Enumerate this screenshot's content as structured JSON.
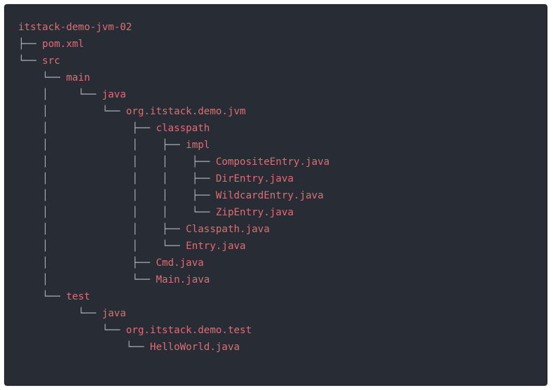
{
  "tree": {
    "lines": [
      {
        "prefix": "",
        "name": "itstack-demo-jvm-02",
        "kind": "root"
      },
      {
        "prefix": "├── ",
        "name": "pom.xml",
        "kind": "file"
      },
      {
        "prefix": "└── ",
        "name": "src",
        "kind": "dir"
      },
      {
        "prefix": "    └── ",
        "name": "main",
        "kind": "dir"
      },
      {
        "prefix": "    │     └── ",
        "name": "java",
        "kind": "dir"
      },
      {
        "prefix": "    │         └── ",
        "name": "org.itstack.demo.jvm",
        "kind": "dir"
      },
      {
        "prefix": "    │              ├── ",
        "name": "classpath",
        "kind": "dir"
      },
      {
        "prefix": "    │              │    ├── ",
        "name": "impl",
        "kind": "dir"
      },
      {
        "prefix": "    │              │    │    ├── ",
        "name": "CompositeEntry.java",
        "kind": "file"
      },
      {
        "prefix": "    │              │    │    ├── ",
        "name": "DirEntry.java",
        "kind": "file"
      },
      {
        "prefix": "    │              │    │    ├── ",
        "name": "WildcardEntry.java",
        "kind": "file"
      },
      {
        "prefix": "    │              │    │    └── ",
        "name": "ZipEntry.java",
        "kind": "file"
      },
      {
        "prefix": "    │              │    ├── ",
        "name": "Classpath.java",
        "kind": "file"
      },
      {
        "prefix": "    │              │    └── ",
        "name": "Entry.java",
        "kind": "file"
      },
      {
        "prefix": "    │              ├── ",
        "name": "Cmd.java",
        "kind": "file"
      },
      {
        "prefix": "    │              └── ",
        "name": "Main.java",
        "kind": "file"
      },
      {
        "prefix": "    └── ",
        "name": "test",
        "kind": "dir"
      },
      {
        "prefix": "          └── ",
        "name": "java",
        "kind": "dir"
      },
      {
        "prefix": "              └── ",
        "name": "org.itstack.demo.test",
        "kind": "dir"
      },
      {
        "prefix": "                  └── ",
        "name": "HelloWorld.java",
        "kind": "file"
      }
    ]
  },
  "colors": {
    "background": "#282c34",
    "tree_lines": "#abb2bf",
    "names": "#e06c75"
  }
}
